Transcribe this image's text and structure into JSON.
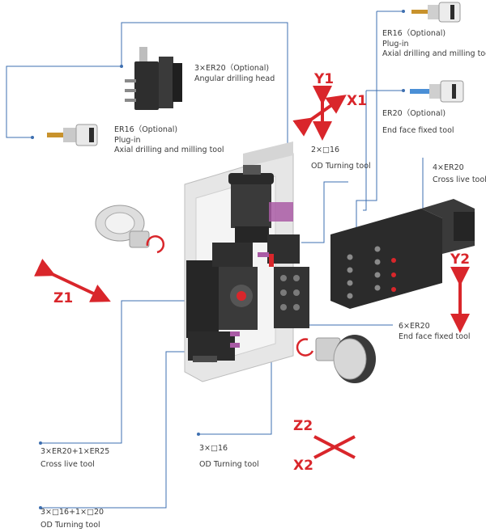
{
  "labels": {
    "angular_head": {
      "line1": "3×ER20（Optional)",
      "line2": "Angular drilling head"
    },
    "er16_left": {
      "line1": "ER16（Optional)",
      "line2": "Plug-in",
      "line3": "Axial drilling and milling tool"
    },
    "er16_right": {
      "line1": "ER16（Optional)",
      "line2": "Plug-in",
      "line3": "Axial drilling and milling tool"
    },
    "er20_right": {
      "line1": "ER20（Optional)",
      "line2": "End face fixed tool"
    },
    "od_top": {
      "line1": "2×□16",
      "line2": "OD Turning tool"
    },
    "cross_right": {
      "line1": "4×ER20",
      "line2": "Cross live tool"
    },
    "end_face_6": {
      "line1": "6×ER20",
      "line2": "End face fixed tool"
    },
    "cross_left": {
      "line1": "3×ER20+1×ER25",
      "line2": "Cross live tool"
    },
    "od_mid": {
      "line1": "3×□16",
      "line2": "OD Turning tool"
    },
    "od_bottom": {
      "line1": "3×□16+1×□20",
      "line2": "OD Turning tool"
    }
  },
  "axes": {
    "y1": "Y1",
    "x1": "X1",
    "z1": "Z1",
    "y2": "Y2",
    "z2": "Z2",
    "x2": "X2"
  },
  "colors": {
    "accent_red": "#d9262b",
    "leader_line": "#3e6fb0",
    "machine_dark": "#2b2b2b",
    "frame_gray": "#e2e2e2",
    "tool_purple": "#a95aa5"
  }
}
